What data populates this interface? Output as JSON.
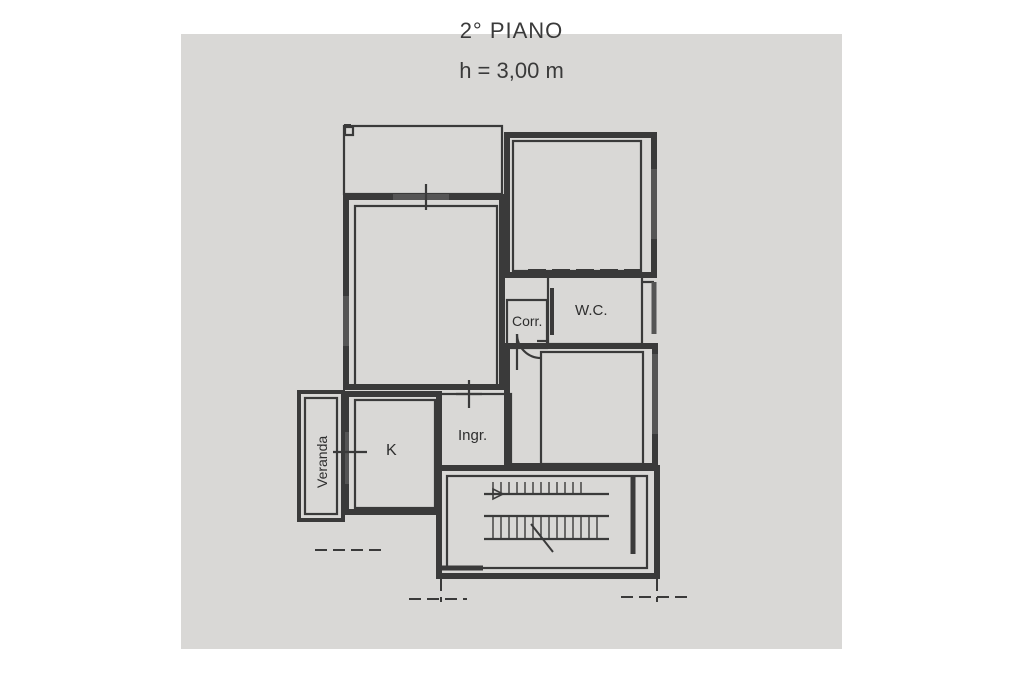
{
  "plan": {
    "floor_title": "2° PIANO",
    "height_label": "h = 3,00 m"
  },
  "rooms": {
    "corridor": "Corr.",
    "wc": "W.C.",
    "entrance": "Ingr.",
    "kitchen": "K",
    "veranda": "Veranda"
  },
  "colors": {
    "paper": "#d9d8d6",
    "wall": "#3a3a3a"
  }
}
